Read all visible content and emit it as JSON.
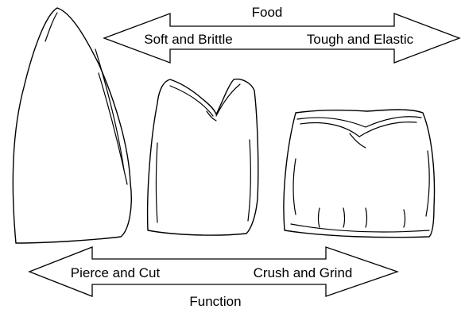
{
  "top_axis": {
    "title": "Food",
    "left_label": "Soft and Brittle",
    "right_label": "Tough and Elastic"
  },
  "bottom_axis": {
    "title": "Function",
    "left_label": "Pierce and Cut",
    "right_label": "Crush and Grind"
  }
}
